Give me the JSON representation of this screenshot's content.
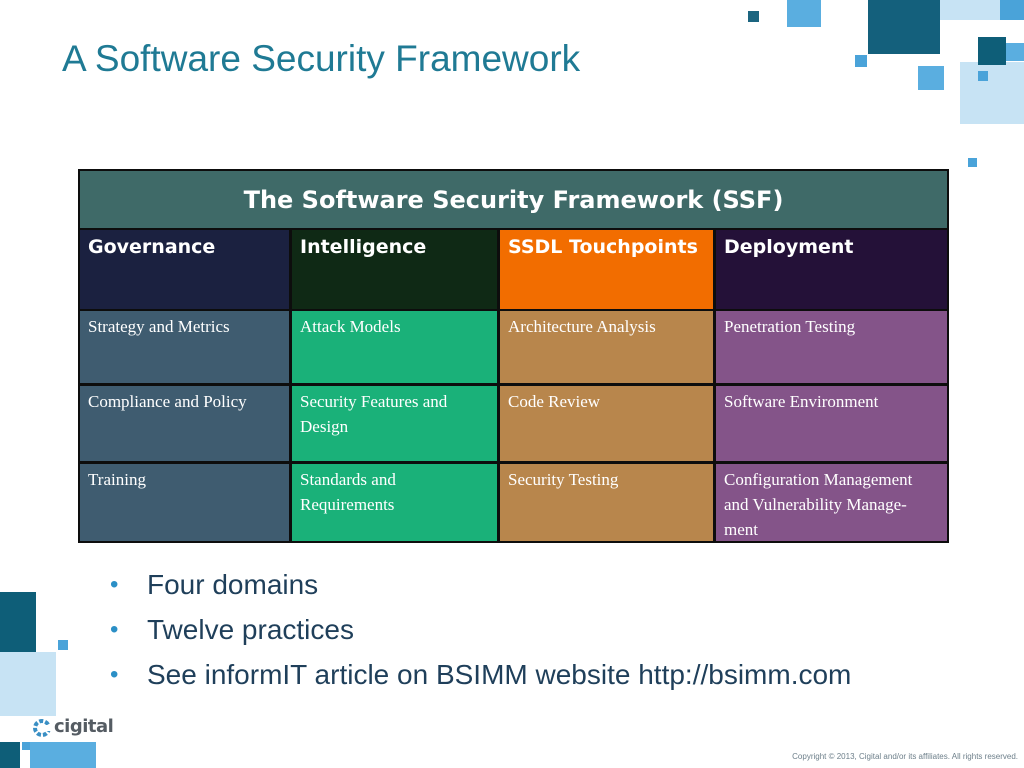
{
  "title": "A Software Security Framework",
  "framework": {
    "heading": "The Software Security Framework (SSF)",
    "domains": [
      {
        "name": "Governance",
        "color": "#1b2140",
        "cell_color": "#3f5c70",
        "practices": [
          "Strategy and Metrics",
          "Compliance and Policy",
          "Training"
        ]
      },
      {
        "name": "Intelligence",
        "color": "#0f2915",
        "cell_color": "#1ab179",
        "practices": [
          "Attack Models",
          "Security Features and Design",
          "Standards and Requirements"
        ]
      },
      {
        "name": "SSDL Touchpoints",
        "color": "#f26d00",
        "cell_color": "#b8864c",
        "practices": [
          "Architecture Analysis",
          "Code Review",
          "Security Testing"
        ]
      },
      {
        "name": "Deployment",
        "color": "#241138",
        "cell_color": "#845489",
        "practices": [
          "Penetration Testing",
          "Software Environment",
          "Configuration Management and Vulnerability Manage-ment"
        ]
      }
    ]
  },
  "bullets": [
    "Four domains",
    "Twelve practices",
    "See informIT article on BSIMM website http://bsimm.com"
  ],
  "logo": {
    "text": "cigital",
    "icon": "cigital-logo-icon"
  },
  "copyright": "Copyright © 2013, Cigital and/or its affiliates. All rights reserved.",
  "colors": {
    "title": "#1f7a94",
    "accent_dark": "#0e5e78",
    "accent_light": "#4aa3d9",
    "pale": "#b9dcf2"
  }
}
